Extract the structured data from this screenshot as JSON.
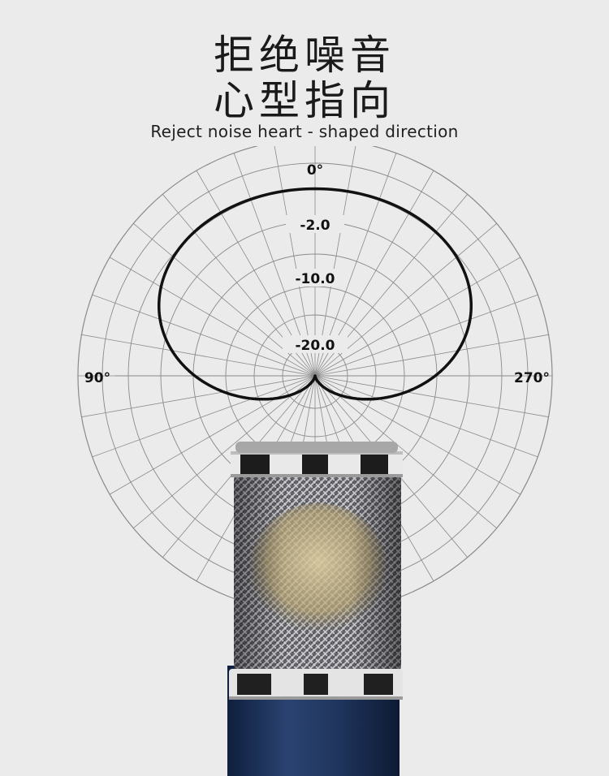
{
  "heading": {
    "line1": "拒绝噪音",
    "line2": "心型指向",
    "subtitle": "Reject noise heart - shaped direction"
  },
  "polar_chart": {
    "angle_labels": {
      "top": "0°",
      "left": "90°",
      "right": "270°"
    },
    "ring_labels": [
      "-2.0",
      "-10.0",
      "-20.0"
    ]
  },
  "colors": {
    "background": "#ebebeb",
    "grid_line": "#8a8a8a",
    "pattern_line": "#111111",
    "microphone_body": "#1e3358",
    "chrome": "#d6d6d6",
    "mesh": "#7a7a80",
    "capsule": "#c9b98f"
  }
}
